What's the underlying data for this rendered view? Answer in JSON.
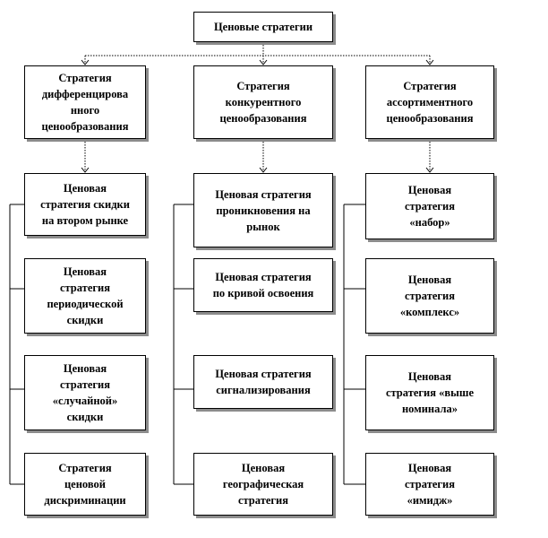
{
  "root": {
    "label": "Ценовые стратегии"
  },
  "groups": [
    {
      "label": "Стратегия\nдифференцирова\nнного\nценообразования",
      "items": [
        "Ценовая\nстратегия скидки\nна втором рынке",
        "Ценовая\nстратегия\nпериодической\nскидки",
        "Ценовая\nстратегия\n«случайной»\nскидки",
        "Стратегия\nценовой\nдискриминации"
      ]
    },
    {
      "label": "Стратегия\nконкурентного\nценообразования",
      "items": [
        "Ценовая стратегия\nпроникновения на\nрынок",
        "Ценовая стратегия\nпо кривой освоения",
        "Ценовая стратегия\nсигнализирования",
        "Ценовая\nгеографическая\nстратегия"
      ]
    },
    {
      "label": "Стратегия\nассортиментного\nценообразования",
      "items": [
        "Ценовая\nстратегия\n«набор»",
        "Ценовая\nстратегия\n«комплекс»",
        "Ценовая\nстратегия «выше\nноминала»",
        "Ценовая\nстратегия\n«имидж»"
      ]
    }
  ]
}
